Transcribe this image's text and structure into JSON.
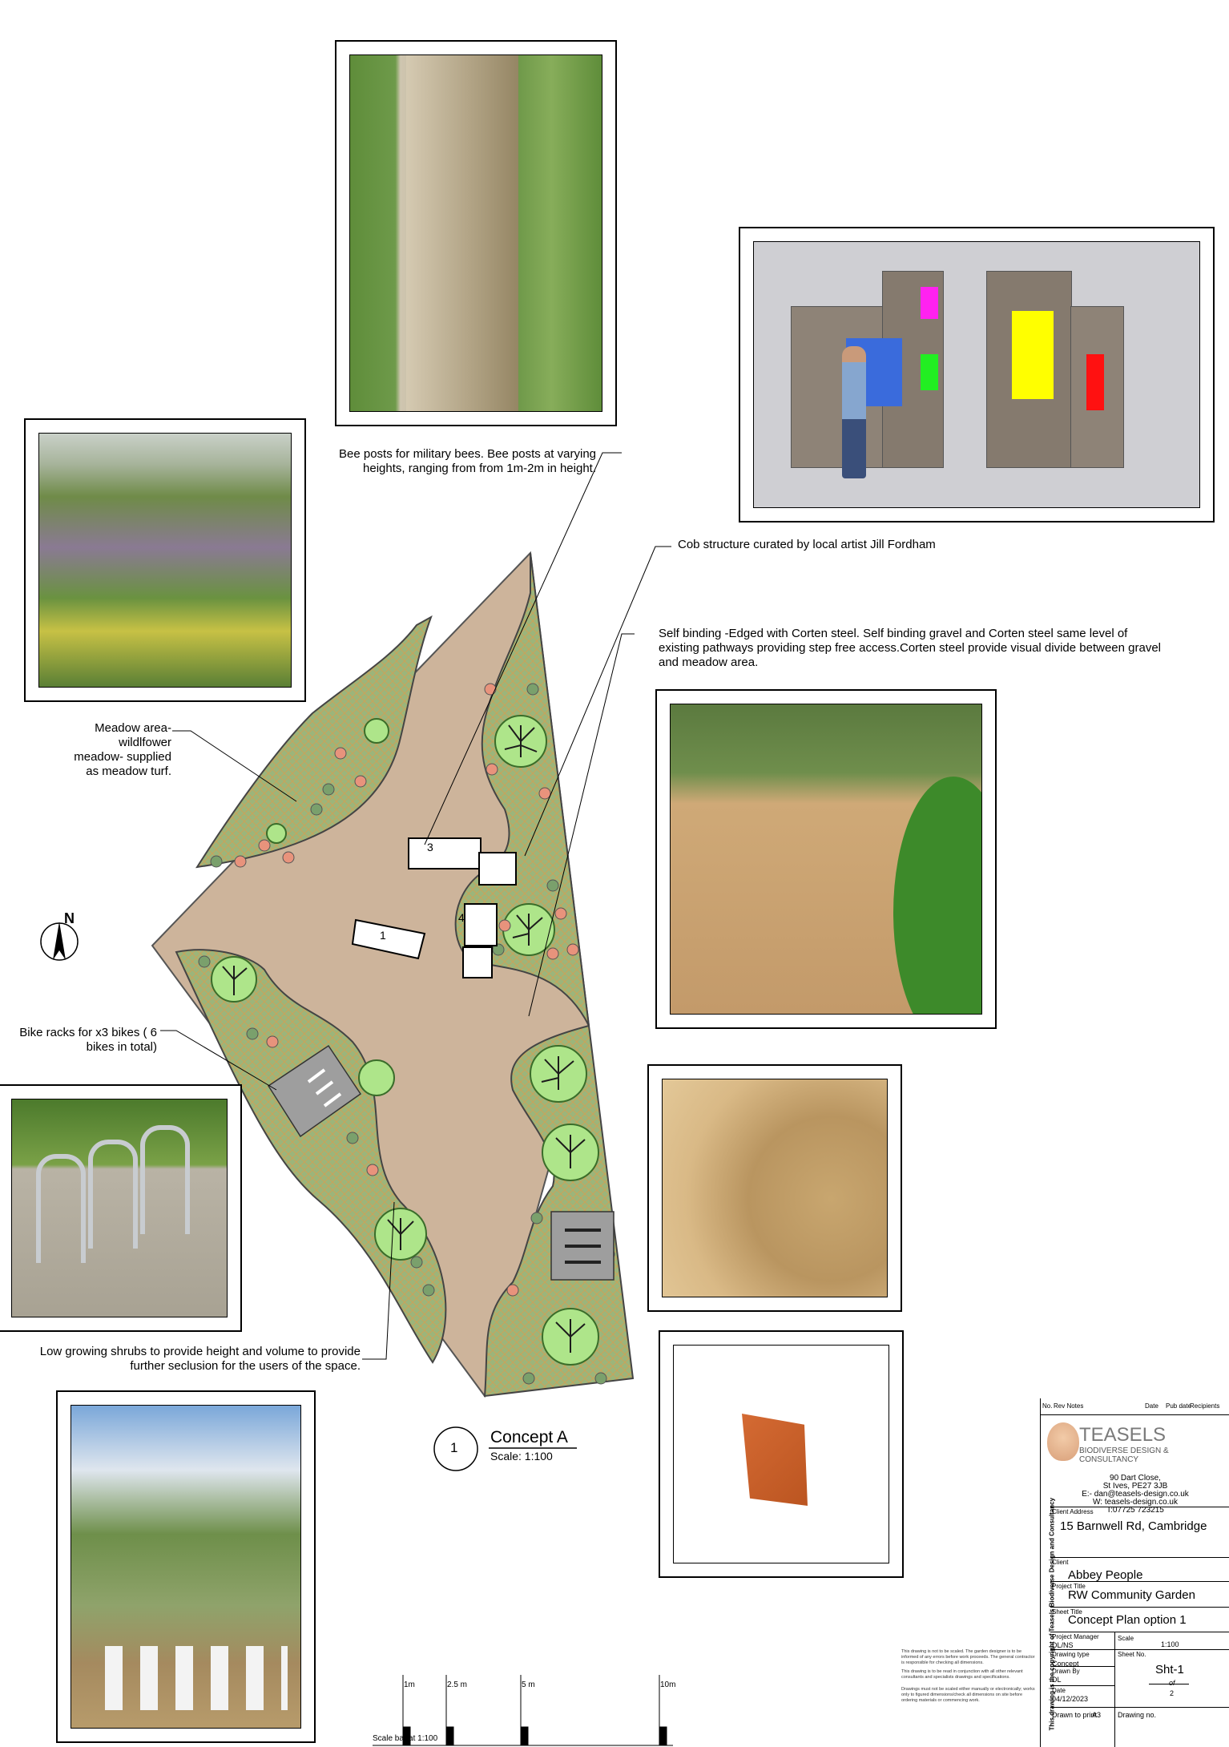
{
  "annotations": {
    "bee_posts": "Bee posts for military bees. Bee posts at varying heights, ranging from  from 1m-2m in height.",
    "cob_structure": "Cob structure curated by local artist Jill Fordham",
    "self_binding": "Self binding -Edged with Corten steel.  Self binding gravel and Corten steel same level of existing pathways providing step free access.Corten steel provide visual divide  between gravel and meadow area.",
    "meadow_area": "Meadow area- wildlfower meadow- supplied as meadow turf.",
    "bike_racks": "Bike racks for x3 bikes ( 6 bikes in total)",
    "shrubs": "Low growing shrubs to provide height and volume to provide further seclusion for the users of the space."
  },
  "plan": {
    "north_label": "N",
    "structure_labels": [
      "1",
      "3",
      "4"
    ]
  },
  "drawing_title": {
    "number": "1",
    "name": "Concept A",
    "scale": "Scale: 1:100"
  },
  "scale_bar": {
    "ticks": [
      "1m",
      "2.5 m",
      "5 m",
      "10m"
    ],
    "caption": "Scale bar at 1:100"
  },
  "title_block": {
    "revision_headers": {
      "no": "No.",
      "rev_notes": "Rev Notes",
      "date": "Date",
      "pub_date": "Pub date",
      "recipients": "Recipients"
    },
    "company_name": "TEASELS",
    "company_sub": "BIODIVERSE DESIGN & CONSULTANCY",
    "address_lines": [
      "90 Dart Close,",
      "St Ives, PE27 3JB",
      "E:- dan@teasels-design.co.uk",
      "W: teasels-design.co.uk",
      "T:07725 723215"
    ],
    "copyright": "This drawing is the copyright of Teasels Biodiverse Design and Consultancy",
    "client_address_label": "Client Address",
    "client_address": "15 Barnwell Rd, Cambridge",
    "client_label": "Client",
    "client": "Abbey People",
    "project_title_label": "Project Title",
    "project_title": "RW Community Garden",
    "sheet_title_label": "Sheet Title",
    "sheet_title": "Concept Plan option 1",
    "project_manager_label": "Project Manager",
    "project_manager": "DL/NS",
    "scale_label": "Scale",
    "scale": "1:100",
    "drawing_type_label": "Drawing type",
    "drawing_type": "Concept",
    "sheet_no_label": "Sheet No.",
    "sheet_no": "Sht-1",
    "of": "of",
    "sheet_total": "2",
    "drawn_by_label": "Drawn By",
    "drawn_by": "DL",
    "date_label": "Date",
    "date": "04/12/2023",
    "drawn_to_print_label": "Drawn to print",
    "paper": "A3",
    "drawing_no_label": "Drawing no.",
    "disclaimer_1": "This drawing is not to be scaled. The garden designer is to be informed of any errors before work proceeds. The general contractor is responsible for checking all dimensions.",
    "disclaimer_2": "This drawing is to be read in conjunction with all other relevant consultants and specialists drawings and specifications.",
    "disclaimer_3": "Drawings must not be scaled either manually or electronically; works only to figured dimensions/check all dimensions on site before ordering materials or commencing work."
  }
}
